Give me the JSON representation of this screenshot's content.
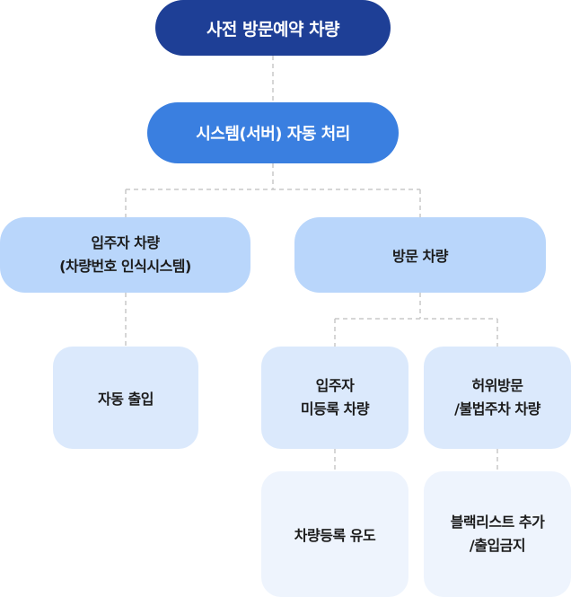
{
  "diagram": {
    "root": {
      "label": "사전 방문예약 차량"
    },
    "server": {
      "label": "시스템(서버) 자동 처리"
    },
    "resident_vehicle": {
      "line1": "입주자 차량",
      "line2": "(차량번호 인식시스템)"
    },
    "visit_vehicle": {
      "label": "방문 차량"
    },
    "auto_entry": {
      "label": "자동 출입"
    },
    "unregistered_resident": {
      "line1": "입주자",
      "line2": "미등록 차량"
    },
    "false_visit": {
      "line1": "허위방문",
      "line2": "/불법주차 차량"
    },
    "registration_guide": {
      "label": "차량등록 유도"
    },
    "blacklist": {
      "line1": "블랙리스트 추가",
      "line2": "/출입금지"
    }
  },
  "colors": {
    "root": "#1e3f96",
    "server": "#3a7fe0",
    "level2": "#b9d6fb",
    "level3": "#dbe9fc",
    "level4": "#eef4fd",
    "connector": "#c8c8c8"
  }
}
